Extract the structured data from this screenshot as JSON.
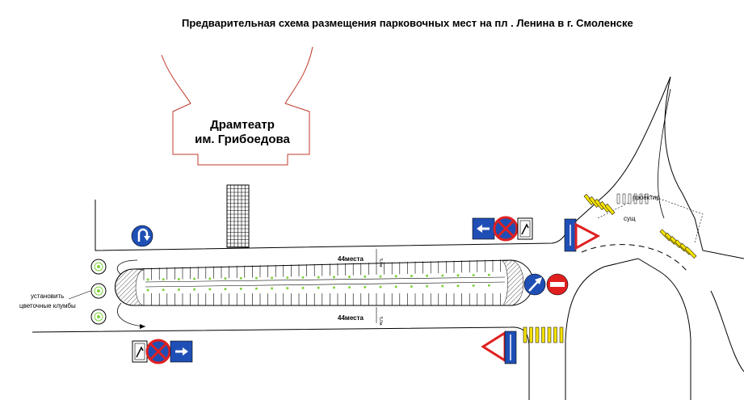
{
  "title": "Предварительная схема размещения парковочных мест на пл . Ленина  в г. Смоленске",
  "theatre": {
    "line1": "Драмтеатр",
    "line2": "им. Грибоедова"
  },
  "parking": {
    "north_label": "44места",
    "south_label": "44места",
    "dim_label": "5,0м"
  },
  "flowerbeds_note": {
    "line1": "установить",
    "line2": "цветочные клумбы"
  },
  "crosswalk_labels": {
    "planned": "проектир",
    "existing": "сущ"
  },
  "colors": {
    "building_outline": "#c0392b",
    "sign_blue": "#1f4fb5",
    "sign_red": "#e02020",
    "crosswalk_yellow": "#f5e100",
    "parking_marks": "#7fd13b",
    "road_lines": "#000000"
  }
}
